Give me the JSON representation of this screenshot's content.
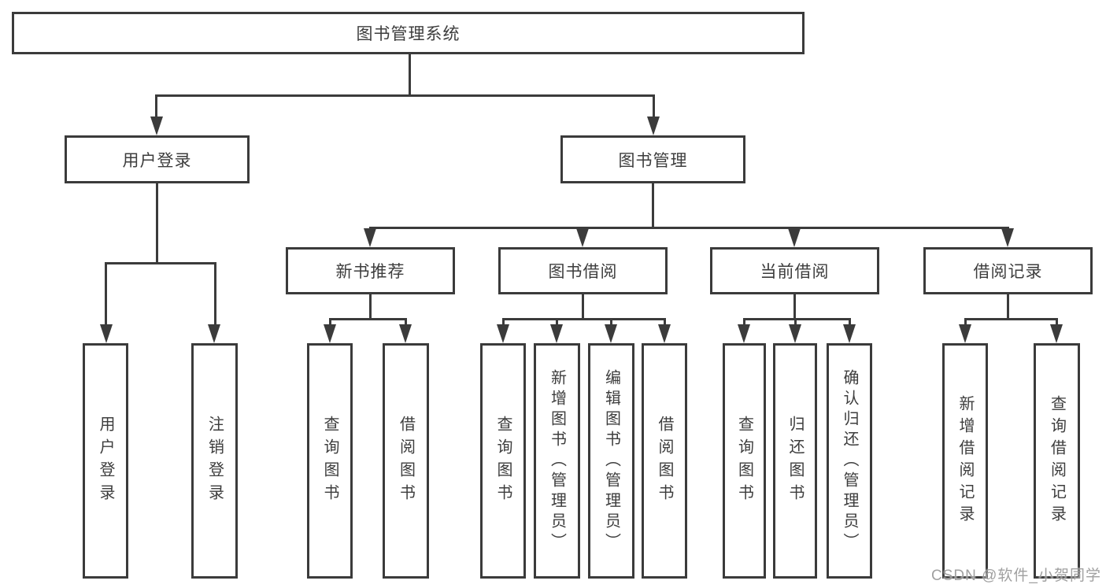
{
  "tree": {
    "label": "图书管理系统",
    "children": [
      {
        "label": "用户登录",
        "children": [
          {
            "label": "用户登录"
          },
          {
            "label": "注销登录"
          }
        ]
      },
      {
        "label": "图书管理",
        "children": [
          {
            "label": "新书推荐",
            "children": [
              {
                "label": "查询图书"
              },
              {
                "label": "借阅图书"
              }
            ]
          },
          {
            "label": "图书借阅",
            "children": [
              {
                "label": "查询图书"
              },
              {
                "label": "新增图书（管理员）"
              },
              {
                "label": "编辑图书（管理员）"
              },
              {
                "label": "借阅图书"
              }
            ]
          },
          {
            "label": "当前借阅",
            "children": [
              {
                "label": "查询图书"
              },
              {
                "label": "归还图书"
              },
              {
                "label": "确认归还（管理员）"
              }
            ]
          },
          {
            "label": "借阅记录",
            "children": [
              {
                "label": "新增借阅记录"
              },
              {
                "label": "查询借阅记录"
              }
            ]
          }
        ]
      }
    ]
  },
  "watermark": "CSDN @软件_小贺同学",
  "colors": {
    "line": "#3b3b3b",
    "box_background": "#ffffff",
    "text": "#3d3d3d",
    "watermark": "#969696"
  }
}
